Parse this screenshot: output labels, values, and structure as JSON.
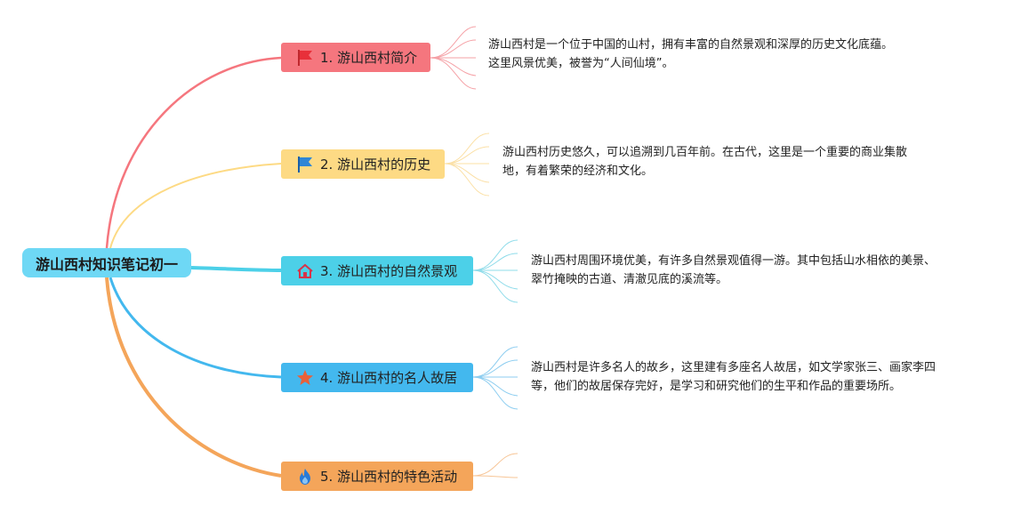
{
  "root": {
    "label": "游山西村知识笔记初一"
  },
  "branches": [
    {
      "label": "1. 游山西村简介",
      "icon": "flag-icon",
      "color": "#f5767e",
      "text": [
        "游山西村是一个位于中国的山村，拥有丰富的自然景观和深厚的历史文化底蕴。",
        "这里风景优美，被誉为“人间仙境”。"
      ]
    },
    {
      "label": "2. 游山西村的历史",
      "icon": "blue-flag-icon",
      "color": "#fdda84",
      "text": [
        "游山西村历史悠久，可以追溯到几百年前。在古代，这里是一个重要的商业集散",
        "地，有着繁荣的经济和文化。"
      ]
    },
    {
      "label": "3. 游山西村的自然景观",
      "icon": "house-icon",
      "color": "#4cd0e8",
      "text": [
        "游山西村周围环境优美，有许多自然景观值得一游。其中包括山水相依的美景、",
        "翠竹掩映的古道、清澈见底的溪流等。"
      ]
    },
    {
      "label": "4. 游山西村的名人故居",
      "icon": "star-icon",
      "color": "#43b8ee",
      "text": [
        "游山西村是许多名人的故乡，这里建有多座名人故居，如文学家张三、画家李四",
        "等，他们的故居保存完好，是学习和研究他们的生平和作品的重要场所。"
      ]
    },
    {
      "label": "5. 游山西村的特色活动",
      "icon": "fire-icon",
      "color": "#f4a55a",
      "text": []
    }
  ]
}
